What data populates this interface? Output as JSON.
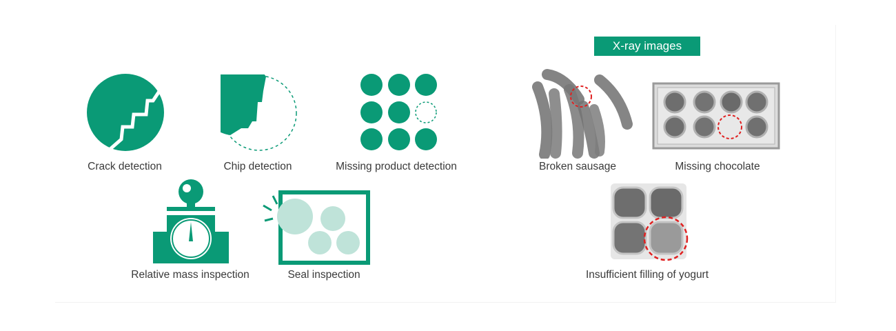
{
  "colors": {
    "accent": "#0a9a76",
    "accent_light": "#bfe3d9",
    "xray_dark": "#6e6e6e",
    "marker_red": "#e02020"
  },
  "xray_header": "X-ray images",
  "detections": [
    {
      "label": "Crack detection",
      "icon": "crack-circle-icon"
    },
    {
      "label": "Chip detection",
      "icon": "chipped-circle-icon"
    },
    {
      "label": "Missing product detection",
      "icon": "dot-grid-icon"
    },
    {
      "label": "Relative mass inspection",
      "icon": "scale-icon"
    },
    {
      "label": "Seal inspection",
      "icon": "seal-tray-icon"
    }
  ],
  "xray_examples": [
    {
      "label": "Broken sausage"
    },
    {
      "label": "Missing chocolate"
    },
    {
      "label": "Insufficient filling of yogurt"
    }
  ]
}
